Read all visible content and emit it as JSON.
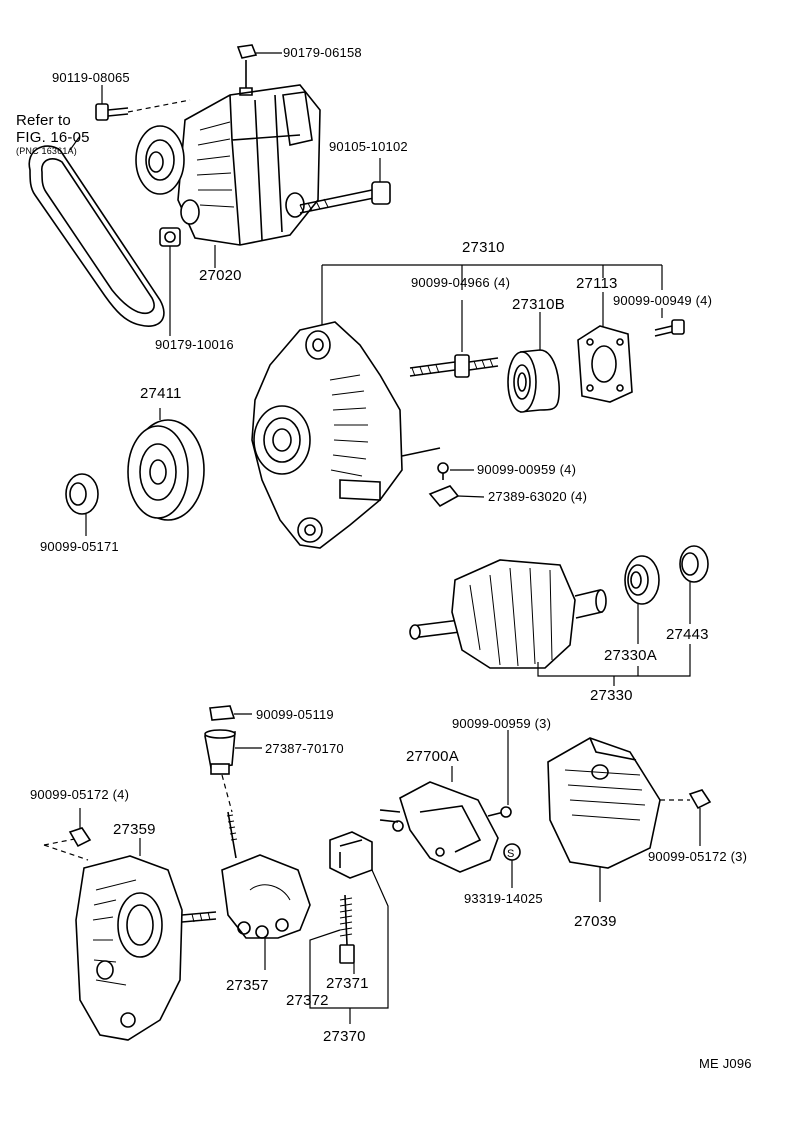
{
  "figure_code": "ME  J096",
  "reference": {
    "line1": "Refer to",
    "line2": "FIG. 16-05",
    "line3": "(PNC 16361A)"
  },
  "labels": {
    "p90179_06158": "90179-06158",
    "p90119_08065": "90119-08065",
    "p90105_10102": "90105-10102",
    "p27020": "27020",
    "p90179_10016": "90179-10016",
    "p27310": "27310",
    "p90099_04966": "90099-04966 (4)",
    "p27113": "27113",
    "p27310B": "27310B",
    "p90099_00949": "90099-00949 (4)",
    "p27411": "27411",
    "p90099_00959_4": "90099-00959 (4)",
    "p27389_63020": "27389-63020 (4)",
    "p90099_05171": "90099-05171",
    "p27443": "27443",
    "p27330A": "27330A",
    "p27330": "27330",
    "p90099_05119": "90099-05119",
    "p27387_70170": "27387-70170",
    "p90099_00959_3": "90099-00959 (3)",
    "p27700A": "27700A",
    "p90099_05172_4": "90099-05172 (4)",
    "p27359": "27359",
    "p93319_14025": "93319-14025",
    "p90099_05172_3": "90099-05172 (3)",
    "p27039": "27039",
    "p27357": "27357",
    "p27371": "27371",
    "p27372": "27372",
    "p27370": "27370"
  }
}
